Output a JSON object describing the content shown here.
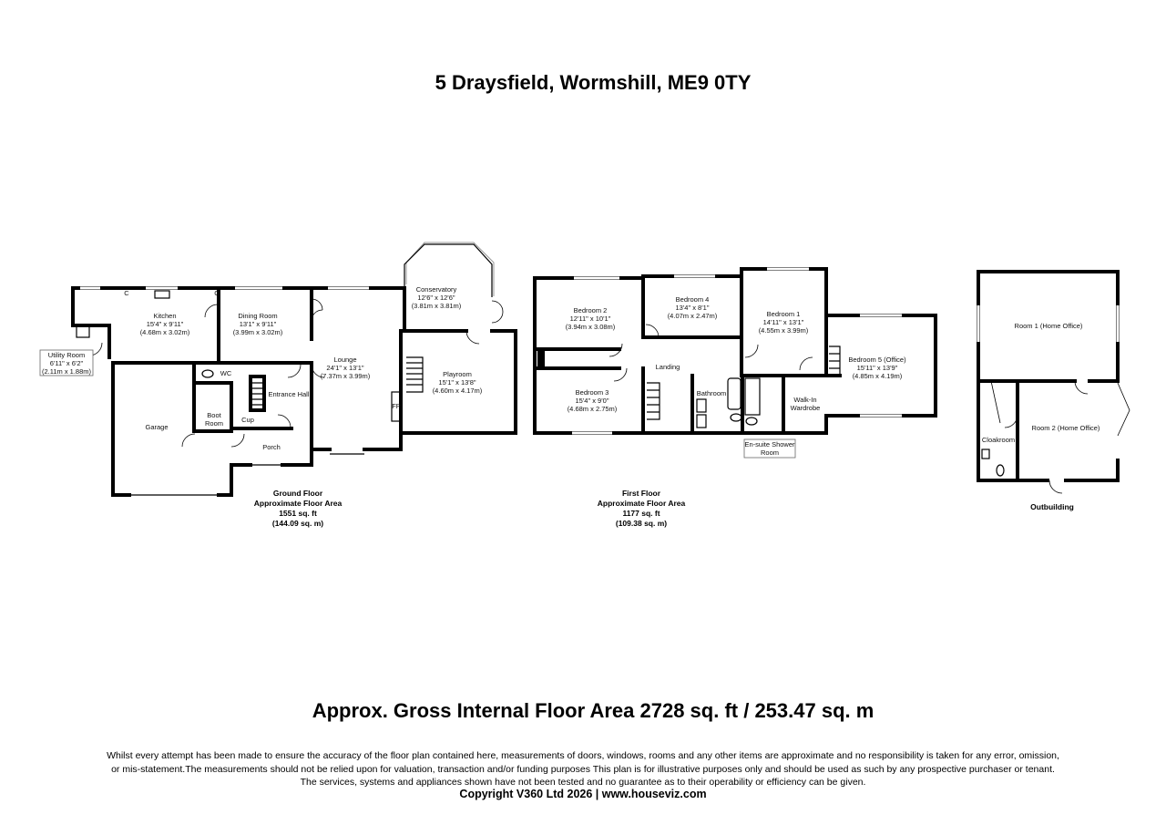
{
  "title": "5 Draysfield, Wormshill, ME9 0TY",
  "ground": {
    "rooms": {
      "kitchen": [
        "Kitchen",
        "15'4\" x  9'11\"",
        "(4.68m x 3.02m)"
      ],
      "dining": [
        "Dining Room",
        "13'1\" x  9'11\"",
        "(3.99m x 3.02m)"
      ],
      "lounge": [
        "Lounge",
        "24'1\" x  13'1\"",
        "(7.37m x 3.99m)"
      ],
      "conservatory": [
        "Conservatory",
        "12'6\" x  12'6\"",
        "(3.81m x 3.81m)"
      ],
      "playroom": [
        "Playroom",
        "15'1\" x  13'8\"",
        "(4.60m x 4.17m)"
      ],
      "utility": [
        "Utility Room",
        "6'11\" x  6'2\"",
        "(2.11m x 1.88m)"
      ],
      "garage": "Garage",
      "boot": [
        "Boot",
        "Room"
      ],
      "wc": "WC",
      "hall": "Entrance Hall",
      "cup": "Cup",
      "porch": "Porch",
      "fp": "FP",
      "c": "C"
    },
    "label": [
      "Ground Floor",
      "Approximate Floor Area",
      "1551 sq. ft",
      "(144.09 sq. m)"
    ]
  },
  "first": {
    "rooms": {
      "bed2": [
        "Bedroom 2",
        "12'11\" x  10'1\"",
        "(3.94m x 3.08m)"
      ],
      "bed4": [
        "Bedroom 4",
        "13'4\" x  8'1\"",
        "(4.07m x 2.47m)"
      ],
      "bed1": [
        "Bedroom 1",
        "14'11\" x 13'1\"",
        "(4.55m x 3.99m)"
      ],
      "bed5": [
        "Bedroom 5 (Office)",
        "15'11\" x 13'9\"",
        "(4.85m x 4.19m)"
      ],
      "bed3": [
        "Bedroom 3",
        "15'4\" x  9'0\"",
        "(4.68m x 2.75m)"
      ],
      "landing": "Landing",
      "bathroom": "Bathroom",
      "walkin": [
        "Walk-In",
        "Wardrobe"
      ],
      "ensuite": [
        "En-suite Shower",
        "Room"
      ]
    },
    "label": [
      "First Floor",
      "Approximate Floor Area",
      "1177 sq. ft",
      "(109.38 sq. m)"
    ]
  },
  "outbuilding": {
    "rooms": {
      "room1": "Room 1 (Home Office)",
      "room2": "Room 2 (Home Office)",
      "cloak": "Cloakroom"
    },
    "label": "Outbuilding"
  },
  "gross": "Approx. Gross Internal Floor Area 2728 sq. ft / 253.47 sq. m",
  "disclaimer": [
    "Whilst every attempt has been made to ensure the accuracy of the floor plan contained here, measurements of doors, windows, rooms and any other items are approximate and no responsibility is taken for any error, omission,",
    "or mis-statement.The measurements should not be relied upon for valuation, transaction and/or funding purposes This plan is for illustrative purposes only and should be used as such by any prospective purchaser or tenant.",
    "The services, systems and appliances shown have not been tested and no guarantee as to their operability or efficiency can be given."
  ],
  "copyright": "Copyright V360 Ltd 2026 | www.houseviz.com"
}
